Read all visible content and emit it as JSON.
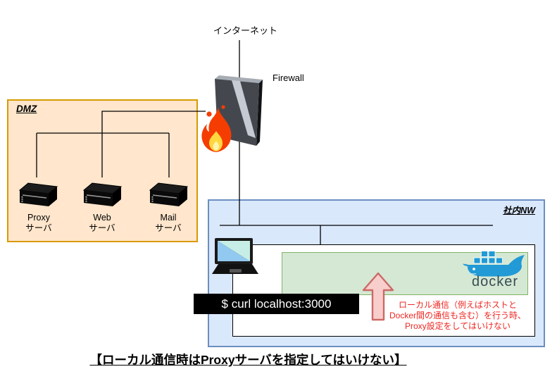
{
  "diagram": {
    "internet_label": "インターネット",
    "firewall_label": "Firewall",
    "dmz": {
      "label": "DMZ",
      "servers": [
        {
          "name": "Proxy",
          "type": "サーバ"
        },
        {
          "name": "Web",
          "type": "サーバ"
        },
        {
          "name": "Mail",
          "type": "サーバ"
        }
      ]
    },
    "internal_nw": {
      "label": "社内NW",
      "docker_wordmark": "docker",
      "terminal_command": "$ curl localhost:3000",
      "annotation": {
        "lines": [
          "ローカル通信（例えばホストと",
          "Docker間の通信も含む）を行う時、",
          "Proxy設定をしてはいけない"
        ]
      }
    },
    "caption": "【ローカル通信時はProxyサーバを指定してはいけない】",
    "colors": {
      "dmz_fill": "#ffe6cc",
      "dmz_border": "#d79b00",
      "nw_fill": "#dae8fc",
      "nw_border": "#6c8ebf",
      "docker_box_fill": "#d5e8d4",
      "docker_box_border": "#82b366",
      "docker_blue": "#219ad6",
      "arrow_fill": "#f8cecc",
      "arrow_border": "#cb6a66",
      "annotation_text": "#ee2722",
      "terminal_bg": "#000000",
      "terminal_text": "#ffffff",
      "flame_outer": "#f53d02",
      "flame_core": "#ffd73e"
    }
  }
}
